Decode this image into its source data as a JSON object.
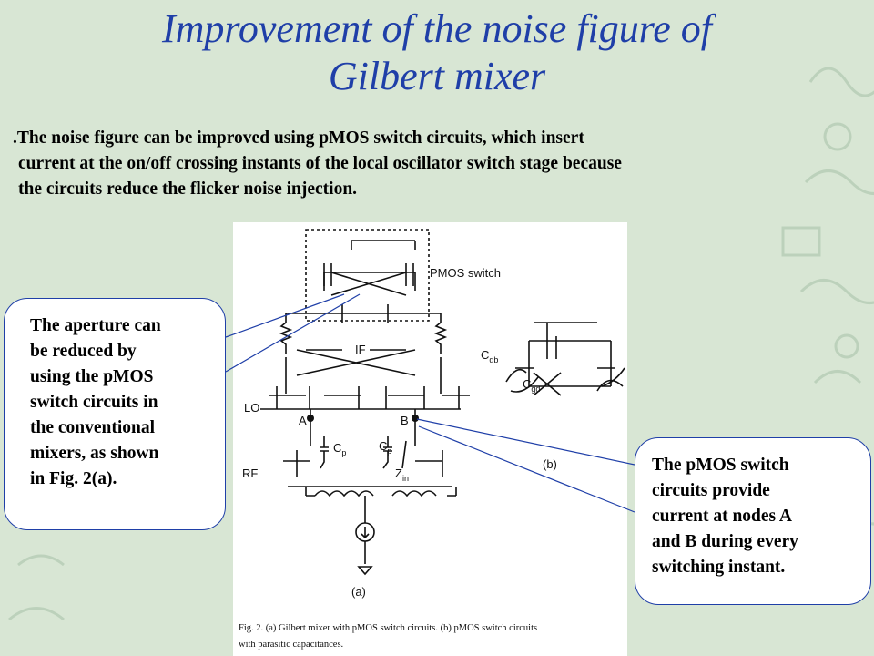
{
  "slide": {
    "title_line1": "Improvement of the noise figure of",
    "title_line2": "Gilbert mixer",
    "bullet_marker": ".",
    "body_lines": [
      "The noise figure can be improved using pMOS switch circuits, which insert",
      "current at the on/off crossing instants of the local oscillator switch stage because",
      "the circuits reduce the flicker noise injection."
    ]
  },
  "callouts": {
    "left": [
      "The aperture can",
      "be reduced by",
      "using the pMOS",
      "switch circuits in",
      "the conventional",
      "mixers, as shown",
      "in Fig. 2(a)."
    ],
    "right": [
      "The pMOS switch",
      "circuits provide",
      "current at nodes A",
      "and B during every",
      "switching instant."
    ]
  },
  "figure": {
    "label_pmos_switch": "PMOS switch",
    "label_if": "IF",
    "label_lo": "LO",
    "label_rf": "RF",
    "label_node_a": "A",
    "label_node_b": "B",
    "label_cp": "C",
    "label_cp_sub": "p",
    "label_zin": "Z",
    "label_zin_sub": "in",
    "label_cdb": "C",
    "label_cdb_sub": "db",
    "label_cgd": "C",
    "label_cgd_sub": "gd",
    "label_a_fig": "(a)",
    "label_b_fig": "(b)",
    "caption_line1": "Fig. 2.   (a) Gilbert mixer with pMOS switch circuits. (b) pMOS switch circuits",
    "caption_line2": "with parasitic capacitances."
  },
  "colors": {
    "title": "#1f3fa8",
    "callout_border": "#1f3fa8",
    "background": "#d8e6d4"
  }
}
